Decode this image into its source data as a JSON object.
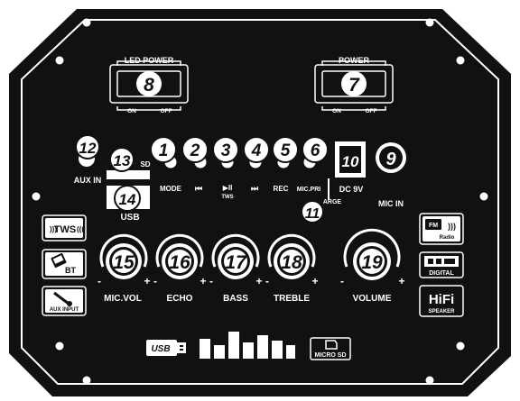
{
  "colors": {
    "panel": "#111111",
    "outline": "#ffffff",
    "text": "#ffffff",
    "badge_fill": "#ffffff",
    "badge_text": "#111111",
    "ring_accent": "#c0c0c0"
  },
  "switches": {
    "led_power": {
      "label": "LED POWER",
      "number": "8",
      "on": "ON",
      "off": "OFF"
    },
    "power": {
      "label": "POWER",
      "number": "7",
      "on": "ON",
      "off": "OFF"
    }
  },
  "buttons": {
    "mode": {
      "number": "1",
      "label": "MODE"
    },
    "prev": {
      "number": "2",
      "label": "⏮"
    },
    "play": {
      "number": "3",
      "label": "▶II",
      "sub": "TWS"
    },
    "next": {
      "number": "4",
      "label": "⏭"
    },
    "rec": {
      "number": "5",
      "label": "REC"
    },
    "mic_pri": {
      "number": "6",
      "label": "MIC.PRI"
    }
  },
  "jacks": {
    "aux_in": {
      "number": "12",
      "label": "AUX IN"
    },
    "sd": {
      "number": "13",
      "label": "SD"
    },
    "usb": {
      "number": "14",
      "label": "USB"
    },
    "dc": {
      "number": "10",
      "label": "DC 9V"
    },
    "charge": {
      "number": "11",
      "label": "ARGE"
    },
    "mic_in": {
      "number": "9",
      "label": "MIC IN"
    }
  },
  "knobs": [
    {
      "number": "15",
      "label": "MIC.VOL",
      "minus": "-",
      "plus": "+"
    },
    {
      "number": "16",
      "label": "ECHO",
      "minus": "-",
      "plus": "+"
    },
    {
      "number": "17",
      "label": "BASS",
      "minus": "-",
      "plus": "+"
    },
    {
      "number": "18",
      "label": "TREBLE",
      "minus": "-",
      "plus": "+"
    },
    {
      "number": "19",
      "label": "VOLUME",
      "minus": "-",
      "plus": "+"
    }
  ],
  "left_badges": {
    "tws": "TWS",
    "bt": "BT",
    "aux_input": "AUX INPUT"
  },
  "right_badges": {
    "fm": "FM",
    "radio": "Radio",
    "mp3_digital": "DIGITAL",
    "hifi": "HiFi",
    "speaker": "SPEAKER"
  },
  "bottom": {
    "usb": "USB",
    "micro_sd": "MICRO SD"
  },
  "icons": [
    "usb-plug-icon",
    "equalizer-icon",
    "bluetooth-device-icon",
    "microphone-icon",
    "sd-card-icon",
    "fm-radio-icon"
  ]
}
